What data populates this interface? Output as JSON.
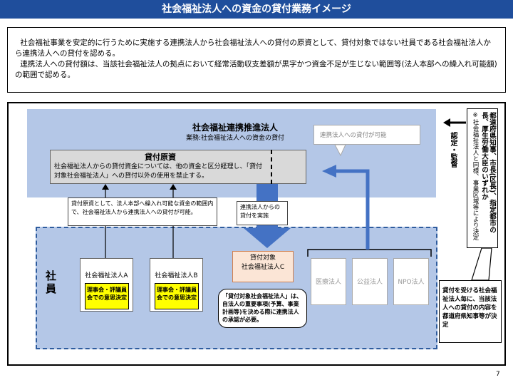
{
  "title": "社会福祉法人への資金の貸付業務イメージ",
  "intro": {
    "line1": "社会福祉事業を安定的に行うために実施する連携法人から社会福祉法人への貸付の原資として、貸付対象ではない社員である社会福祉法人から連携法人への貸付を認める。",
    "line2": "連携法人への貸付額は、当該社会福祉法人の拠点において経常活動収支差額が黒字かつ資金不足が生じない範囲等(法人本部への繰入れ可能額)の範囲で認める。"
  },
  "entity": {
    "title": "社会福祉連携推進法人",
    "subtitle": "業務:社会福祉法人への資金の貸付"
  },
  "fund": {
    "title": "貸付原資",
    "text": "社会福祉法人からの貸付資金については、他の資金と区分経理し、「貸付対象社会福祉法人」への貸付以外の使用を禁止する。"
  },
  "callout": "連携法人への貸付が可能",
  "note_left": "貸付原資として、法人本部へ繰入れ可能な資金の範囲内で、社会福祉法人から連携法人への貸付が可能。",
  "note_mid": "連携法人からの貸付を実施",
  "members_label": "社員",
  "corp_a": {
    "label": "社会福祉法人A",
    "badge": "理事会・評議員会での意思決定"
  },
  "corp_b": {
    "label": "社会福祉法人B",
    "badge": "理事会・評議員会での意思決定"
  },
  "corp_c": {
    "line1": "貸付対象",
    "line2": "社会福祉法人C"
  },
  "speech": "「貸付対象社会福祉法人」は、自法人の重要事項(予算、事業計画等)を決める際に連携法人の承認が必要。",
  "others": {
    "medical": "医療法人",
    "public": "公益法人",
    "npo": "NPO法人"
  },
  "authority_box": {
    "main": "都道府県知事、市長(区長)、指定都市の長、厚生労働大臣のいずれか",
    "note": "※社会福祉法人と同様、事業区域等により決定"
  },
  "authority_text": "認定・監督",
  "right_note": "貸付を受ける社会福祉法人毎に、当該法人への貸付の内容を都道府県知事等が決定",
  "page_number": "7"
}
